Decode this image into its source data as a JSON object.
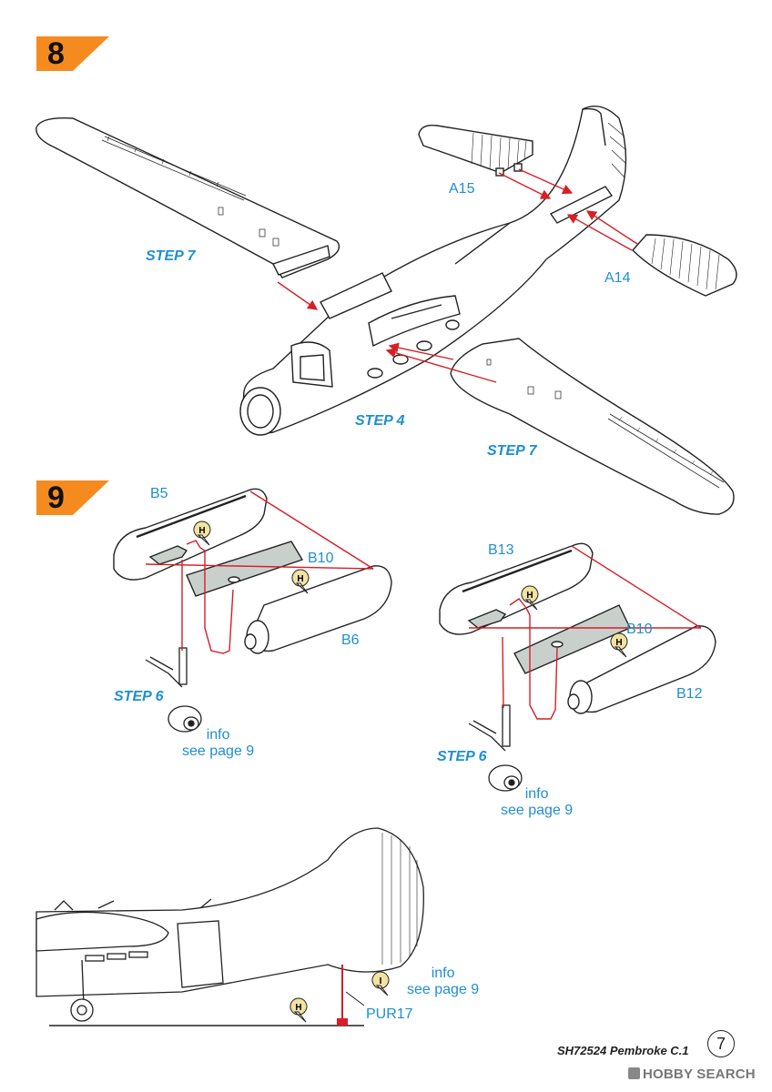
{
  "steps": [
    {
      "number": "8",
      "part_labels": {
        "a15": "A15",
        "a14": "A14"
      },
      "step_refs": {
        "left_wing": "STEP 7",
        "fuselage": "STEP 4",
        "right_wing": "STEP 7"
      }
    },
    {
      "number": "9",
      "part_labels": {
        "b5": "B5",
        "b10_left": "B10",
        "b6": "B6",
        "b13": "B13",
        "b10_right": "B10",
        "b12": "B12"
      },
      "step_refs": {
        "left_gear": "STEP 6",
        "right_gear": "STEP 6"
      },
      "info_left": {
        "line1": "info",
        "line2": "see page 9"
      },
      "info_right": {
        "line1": "info",
        "line2": "see page 9"
      }
    }
  ],
  "bottom_view": {
    "info": {
      "line1": "info",
      "line2": "see page 9"
    },
    "part_label": "PUR17",
    "markers": [
      "H",
      "I"
    ]
  },
  "step9_markers": [
    "H",
    "H",
    "H",
    "H"
  ],
  "footer": {
    "kit_code": "SH72524  Pembroke C.1",
    "page_number": "7"
  },
  "watermark": {
    "text": "HOBBY SEARCH"
  },
  "colors": {
    "badge_orange": "#f58b1f",
    "callout_blue": "#1e8fd0",
    "arrow_red": "#d61f26",
    "marker_yellow": "#f2e3a0"
  }
}
